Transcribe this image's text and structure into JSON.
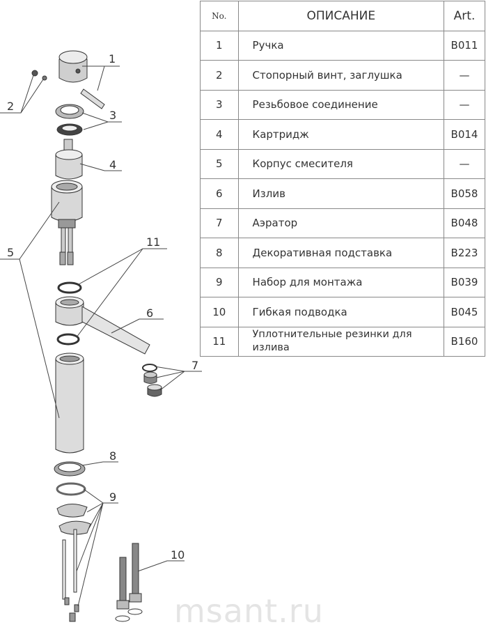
{
  "table": {
    "headers": {
      "no": "No.",
      "description": "ОПИСАНИЕ",
      "art": "Art."
    },
    "rows": [
      {
        "no": "1",
        "description": "Ручка",
        "art": "B011"
      },
      {
        "no": "2",
        "description": "Стопорный винт, заглушка",
        "art": "—"
      },
      {
        "no": "3",
        "description": "Резьбовое соединение",
        "art": "—"
      },
      {
        "no": "4",
        "description": "Картридж",
        "art": "B014"
      },
      {
        "no": "5",
        "description": "Корпус смесителя",
        "art": "—"
      },
      {
        "no": "6",
        "description": "Излив",
        "art": "B058"
      },
      {
        "no": "7",
        "description": "Аэратор",
        "art": "B048"
      },
      {
        "no": "8",
        "description": "Декоративная подставка",
        "art": "B223"
      },
      {
        "no": "9",
        "description": "Набор для монтажа",
        "art": "B039"
      },
      {
        "no": "10",
        "description": "Гибкая подводка",
        "art": "B045"
      },
      {
        "no": "11",
        "description": "Уплотнительные резинки для излива",
        "art": "B160"
      }
    ]
  },
  "callouts": [
    "1",
    "2",
    "3",
    "4",
    "5",
    "6",
    "7",
    "8",
    "9",
    "10",
    "11"
  ],
  "watermark": "msant.ru"
}
